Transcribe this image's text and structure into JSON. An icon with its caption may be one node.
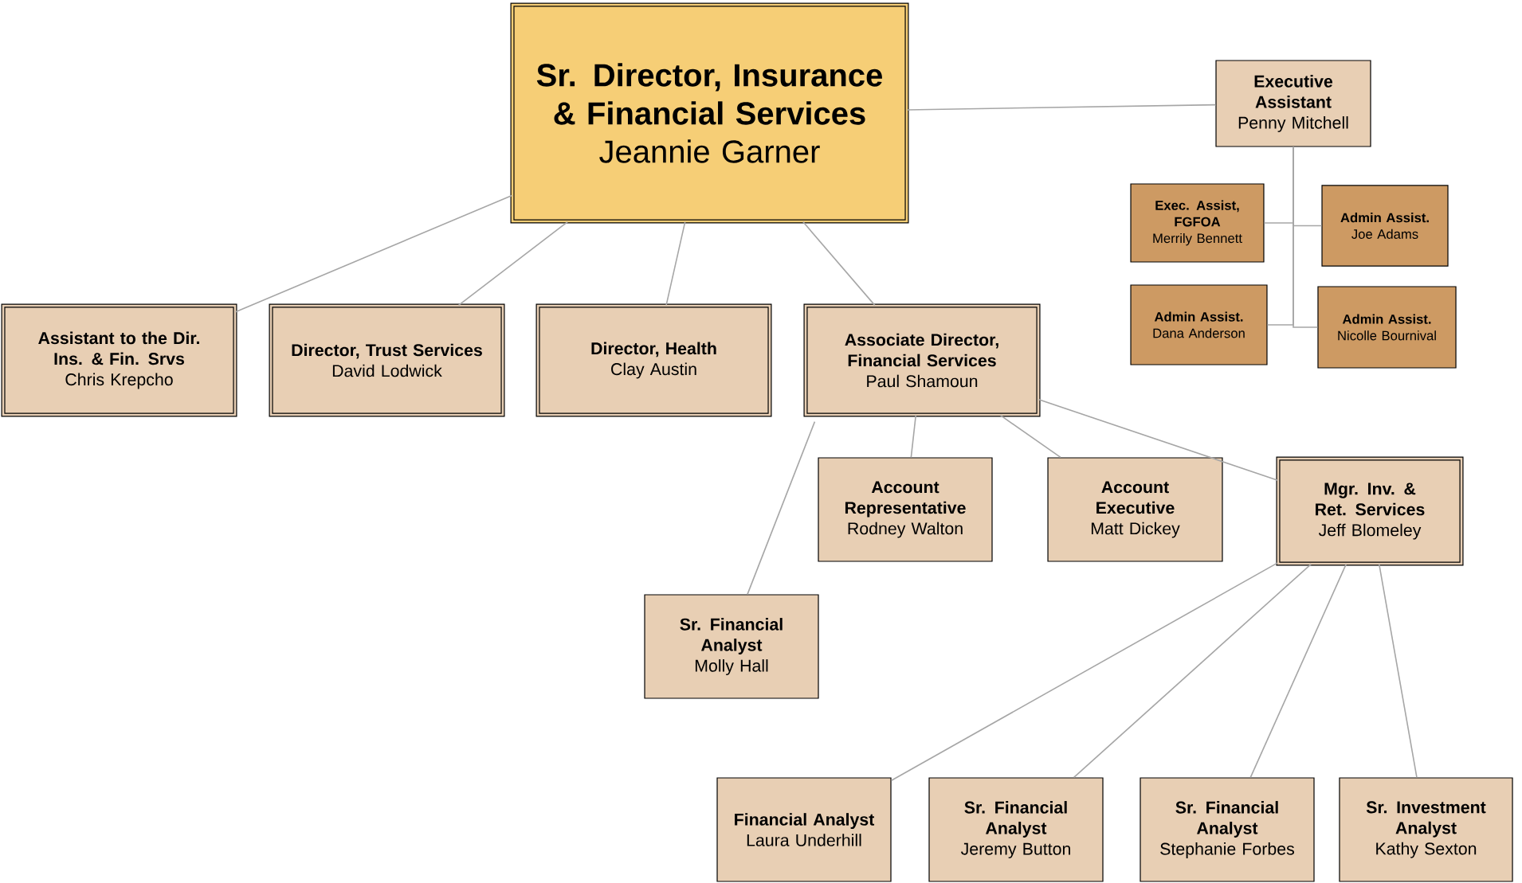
{
  "diagram": {
    "nodes": [
      {
        "text": [
          "Sr. Director, Insurance & Financial Services",
          "Jeannie Garner"
        ]
      },
      {
        "text": [
          "Executive Assistant",
          "Penny Mitchell"
        ]
      },
      {
        "text": [
          "Exec. Assist, FGFOA",
          "Merrily Bennett"
        ]
      },
      {
        "text": [
          "Admin Assist.",
          "Joe Adams"
        ]
      },
      {
        "text": [
          "Admin Assist.",
          "Dana Anderson"
        ]
      },
      {
        "text": [
          "Admin Assist.",
          "Nicolle Bournival"
        ]
      },
      {
        "text": [
          "Assistant to the Dir. Ins. & Fin. Srvs",
          "Chris Krepcho"
        ]
      },
      {
        "text": [
          "Director, Trust Services",
          "David Lodwick"
        ]
      },
      {
        "text": [
          "Director, Health",
          "Clay Austin"
        ]
      },
      {
        "text": [
          "Associate Director, Financial Services",
          "Paul Shamoun"
        ]
      },
      {
        "text": [
          "Account Representative",
          "Rodney Walton"
        ]
      },
      {
        "text": [
          "Account Executive",
          "Matt Dickey"
        ]
      },
      {
        "text": [
          "Mgr. Inv. & Ret. Services",
          "Jeff Blomeley"
        ]
      },
      {
        "text": [
          "Sr. Financial Analyst",
          "Molly Hall"
        ]
      },
      {
        "text": [
          "Financial Analyst",
          "Laura Underhill"
        ]
      },
      {
        "text": [
          "Sr. Financial Analyst",
          "Jeremy Button"
        ]
      },
      {
        "text": [
          "Sr. Financial Analyst",
          "Stephanie Forbes"
        ]
      },
      {
        "text": [
          "Sr. Investment Analyst",
          "Kathy Sexton"
        ]
      }
    ],
    "edges": [
      {
        "from": 0,
        "to": 1,
        "arrow": "none"
      },
      {
        "from": 1,
        "to": 2,
        "arrow": "none"
      },
      {
        "from": 1,
        "to": 3,
        "arrow": "none"
      },
      {
        "from": 1,
        "to": 4,
        "arrow": "none"
      },
      {
        "from": 1,
        "to": 5,
        "arrow": "none"
      },
      {
        "from": 0,
        "to": 6,
        "arrow": "none"
      },
      {
        "from": 0,
        "to": 7,
        "arrow": "none"
      },
      {
        "from": 0,
        "to": 8,
        "arrow": "none"
      },
      {
        "from": 0,
        "to": 9,
        "arrow": "none"
      },
      {
        "from": 9,
        "to": 13,
        "arrow": "none"
      },
      {
        "from": 9,
        "to": 10,
        "arrow": "none"
      },
      {
        "from": 9,
        "to": 11,
        "arrow": "none"
      },
      {
        "from": 9,
        "to": 12,
        "arrow": "none"
      },
      {
        "from": 12,
        "to": 14,
        "arrow": "none"
      },
      {
        "from": 12,
        "to": 15,
        "arrow": "none"
      },
      {
        "from": 12,
        "to": 16,
        "arrow": "none"
      },
      {
        "from": 12,
        "to": 17,
        "arrow": "none"
      }
    ]
  }
}
